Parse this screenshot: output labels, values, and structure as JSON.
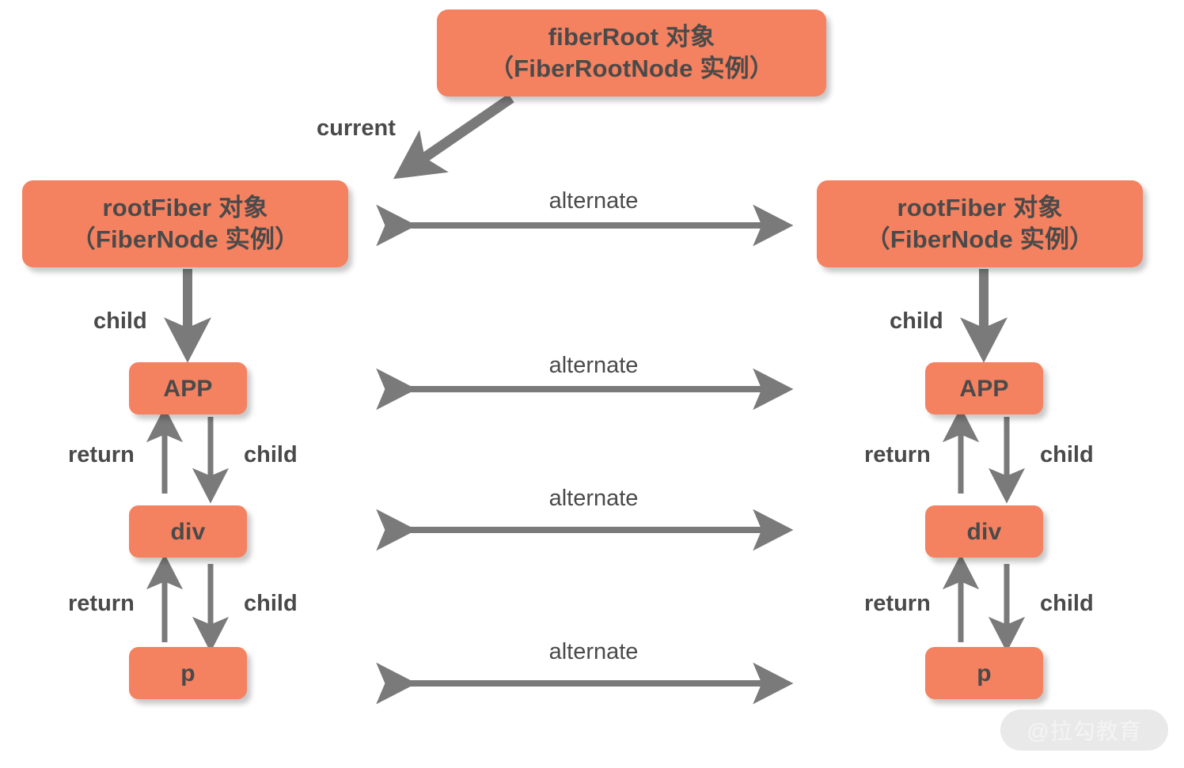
{
  "diagram": {
    "title_node": {
      "line1": "fiberRoot 对象",
      "line2": "（FiberRootNode 实例）"
    },
    "current_label": "current",
    "left_tree": {
      "root": {
        "line1": "rootFiber 对象",
        "line2": "（FiberNode 实例）"
      },
      "child_label_root": "child",
      "nodes": [
        {
          "label": "APP"
        },
        {
          "label": "div"
        },
        {
          "label": "p"
        }
      ],
      "link_labels": [
        {
          "up": "return",
          "down": "child"
        },
        {
          "up": "return",
          "down": "child"
        }
      ]
    },
    "right_tree": {
      "root": {
        "line1": "rootFiber 对象",
        "line2": "（FiberNode 实例）"
      },
      "child_label_root": "child",
      "nodes": [
        {
          "label": "APP"
        },
        {
          "label": "div"
        },
        {
          "label": "p"
        }
      ],
      "link_labels": [
        {
          "up": "return",
          "down": "child"
        },
        {
          "up": "return",
          "down": "child"
        }
      ]
    },
    "alternate_labels": [
      "alternate",
      "alternate",
      "alternate",
      "alternate"
    ],
    "watermark": "@拉勾教育",
    "colors": {
      "node_fill": "#f4815f",
      "node_text": "#4a4a4a",
      "arrow": "#7a7a7a",
      "label_text": "#4a4a4a",
      "background": "#ffffff",
      "watermark_pill": "#e9e9e9",
      "watermark_text": "#f4f4f4"
    }
  }
}
